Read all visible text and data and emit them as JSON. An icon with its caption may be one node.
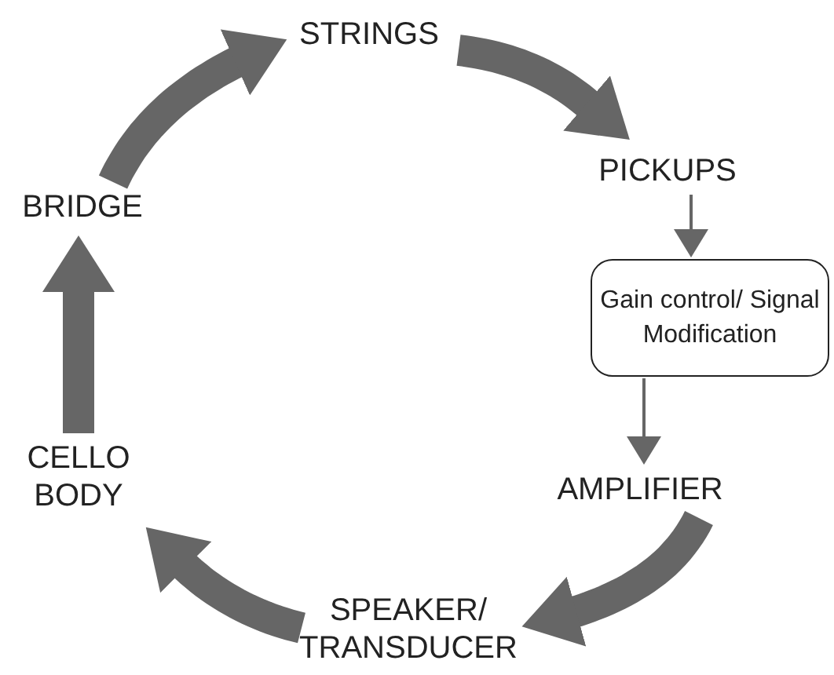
{
  "diagram": {
    "nodes": [
      {
        "text": [
          "STRINGS"
        ]
      },
      {
        "text": [
          "PICKUPS"
        ]
      },
      {
        "text": [
          "Gain control/ Signal Modification"
        ]
      },
      {
        "text": [
          "AMPLIFIER"
        ]
      },
      {
        "text": [
          "SPEAKER/ TRANSDUCER"
        ]
      },
      {
        "text": [
          "CELLO BODY"
        ]
      },
      {
        "text": [
          "BRIDGE"
        ]
      }
    ],
    "edges": [
      {
        "from": 0,
        "to": 1,
        "arrow": "to"
      },
      {
        "from": 1,
        "to": 2,
        "arrow": "to"
      },
      {
        "from": 2,
        "to": 3,
        "arrow": "to"
      },
      {
        "from": 3,
        "to": 4,
        "arrow": "to"
      },
      {
        "from": 4,
        "to": 5,
        "arrow": "to"
      },
      {
        "from": 5,
        "to": 6,
        "arrow": "to"
      },
      {
        "from": 6,
        "to": 0,
        "arrow": "to"
      }
    ]
  }
}
